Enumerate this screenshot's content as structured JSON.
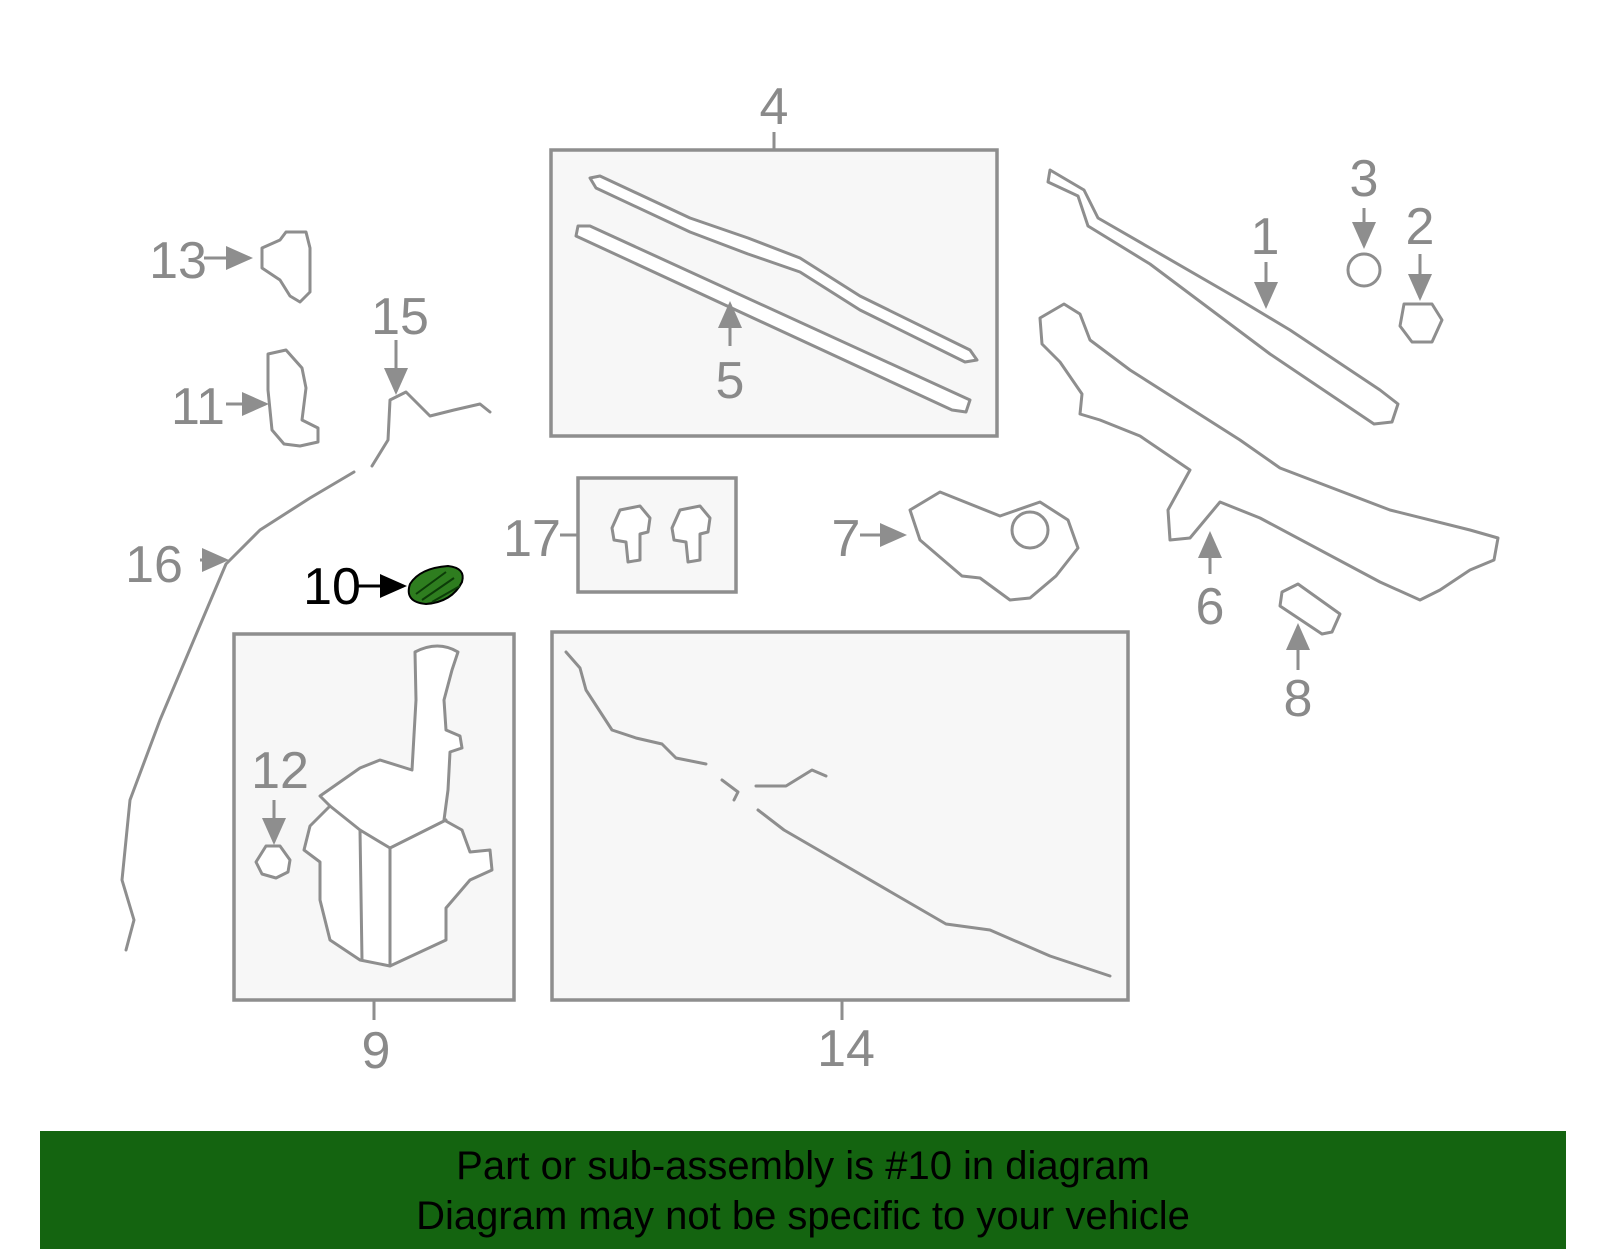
{
  "callouts": {
    "c1": "1",
    "c2": "2",
    "c3": "3",
    "c4": "4",
    "c5": "5",
    "c6": "6",
    "c7": "7",
    "c8": "8",
    "c9": "9",
    "c10": "10",
    "c11": "11",
    "c12": "12",
    "c13": "13",
    "c14": "14",
    "c15": "15",
    "c16": "16",
    "c17": "17"
  },
  "highlight": {
    "part": "10",
    "color": "#2e7d1f"
  },
  "colors": {
    "banner": "#146410",
    "line": "#8e8e8e",
    "box_fill": "#f7f7f7"
  },
  "banner": {
    "line1": "Part or sub-assembly is #10 in diagram",
    "line2": "Diagram may not be specific to your vehicle"
  }
}
